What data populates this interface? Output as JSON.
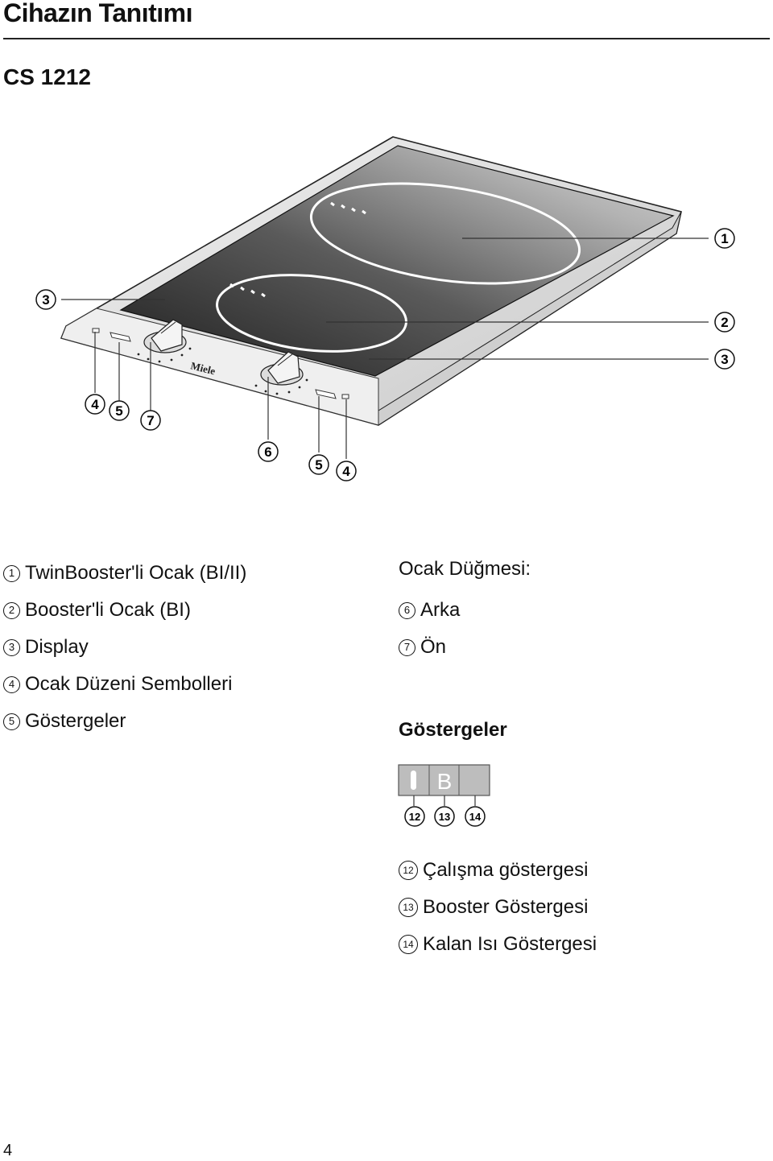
{
  "header": {
    "title": "Cihazın Tanıtımı",
    "model": "CS 1212"
  },
  "diagram": {
    "brand": "Miele",
    "callouts": {
      "c1": "1",
      "c2": "2",
      "c3a": "3",
      "c3b": "3",
      "c4a": "4",
      "c5a": "5",
      "c7": "7",
      "c6": "6",
      "c5b": "5",
      "c4b": "4"
    }
  },
  "legend_left": [
    {
      "num": "1",
      "label": "TwinBooster'li Ocak (BI/II)"
    },
    {
      "num": "2",
      "label": "Booster'li Ocak (BI)"
    },
    {
      "num": "3",
      "label": "Display"
    },
    {
      "num": "4",
      "label": "Ocak Düzeni Sembolleri"
    },
    {
      "num": "5",
      "label": "Göstergeler"
    }
  ],
  "knob_section": {
    "heading": "Ocak Düğmesi:",
    "items": [
      {
        "num": "6",
        "label": "Arka"
      },
      {
        "num": "7",
        "label": "Ön"
      }
    ]
  },
  "indicators": {
    "heading": "Göstergeler",
    "display_letter": "B",
    "callouts": [
      "12",
      "13",
      "14"
    ],
    "items": [
      {
        "num": "12",
        "label": "Çalışma göstergesi"
      },
      {
        "num": "13",
        "label": "Booster Göstergesi"
      },
      {
        "num": "14",
        "label": "Kalan Isı Göstergesi"
      }
    ]
  },
  "footer": {
    "page_number": "4"
  }
}
